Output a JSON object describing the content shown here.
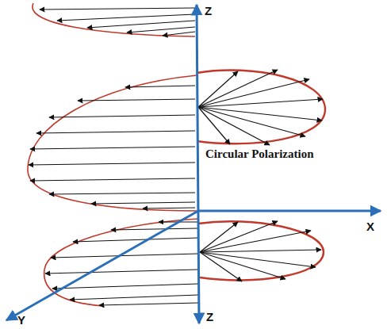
{
  "diagram": {
    "labels": [
      "Z",
      "Z",
      "X",
      "Y",
      "Circular Polarization"
    ]
  }
}
